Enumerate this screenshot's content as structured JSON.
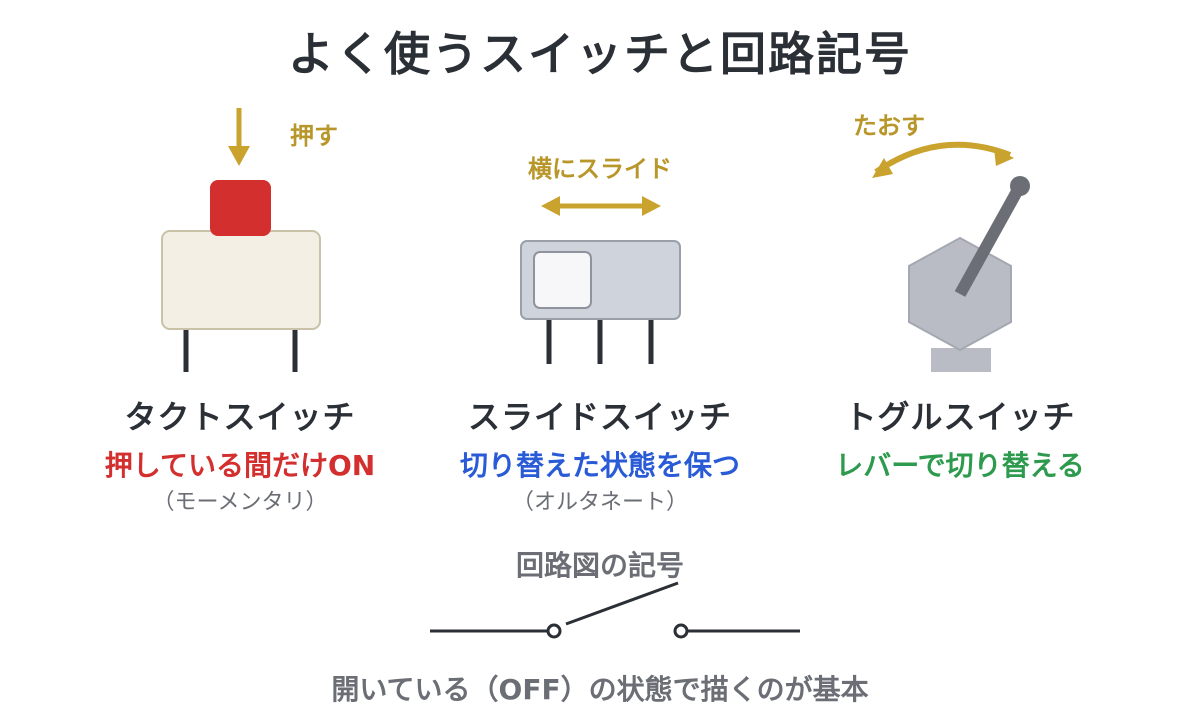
{
  "title": "よく使うスイッチと回路記号",
  "switches": [
    {
      "action": "押す",
      "name": "タクトスイッチ",
      "description": "押している間だけON",
      "note": "（モーメンタリ）",
      "description_color": "#d32f2f"
    },
    {
      "action": "横にスライド",
      "name": "スライドスイッチ",
      "description": "切り替えた状態を保つ",
      "note": "（オルタネート）",
      "description_color": "#2a5bd7"
    },
    {
      "action": "たおす",
      "name": "トグルスイッチ",
      "description": "レバーで切り替える",
      "note": "",
      "description_color": "#2e9a4e"
    }
  ],
  "symbol": {
    "title": "回路図の記号",
    "caption": "開いている（OFF）の状態で描くのが基本"
  },
  "colors": {
    "accent": "#c9a32e",
    "text_dark": "#2b2f36",
    "text_gray": "#6b6e75",
    "tact_button": "#d32f2f",
    "tact_body": "#f3efe4",
    "slide_body": "#cfd3db",
    "toggle_body": "#b9bcc4",
    "toggle_lever": "#6b6e75"
  }
}
